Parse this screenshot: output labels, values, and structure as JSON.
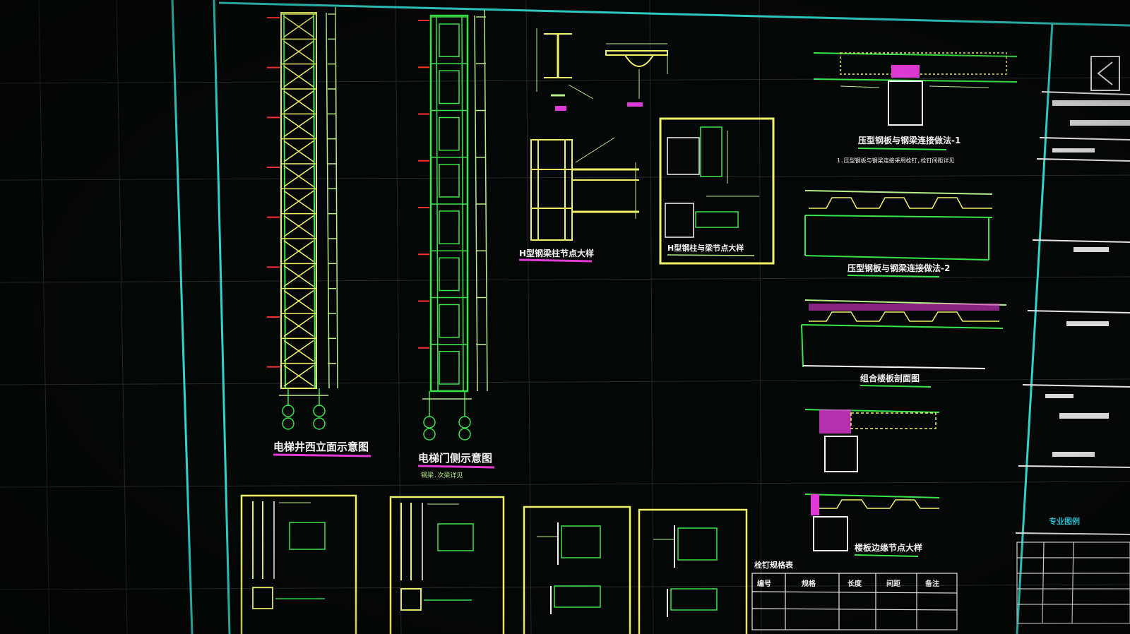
{
  "app": {
    "type": "cad-drawing-viewer"
  },
  "colors": {
    "background": "#050606",
    "grid": "#2a2d2d",
    "frame": "#2fd3c8",
    "structure_yellow": "#f2f26a",
    "structure_green": "#39e64a",
    "dimension_green": "#b9ee8a",
    "accent_magenta": "#e03ad6",
    "accent_red": "#ff3030",
    "label_white": "#f4f4f4",
    "title_block_cyan": "#27c7d9"
  },
  "drawings": {
    "elevation_left": {
      "title": "电梯井西立面示意图"
    },
    "elevation_right": {
      "title": "电梯门侧示意图",
      "subtitle": "钢梁.次梁详见"
    },
    "detail_beam_column": {
      "title": "H型钢梁柱节点大样"
    },
    "detail_column_base": {
      "title": "H型钢柱与梁节点大样"
    },
    "deck_section_1": {
      "title": "压型钢板与钢梁连接做法-1",
      "note": "1.压型钢板与钢梁连接采用栓钉,栓钉间距详见"
    },
    "deck_section_2": {
      "title": "压型钢板与钢梁连接做法-2"
    },
    "deck_section_3": {
      "title": "组合楼板剖面图"
    },
    "deck_section_4": {
      "title": "楼板边缘节点大样"
    },
    "stud_table": {
      "title": "栓钉规格表",
      "headers": [
        "编号",
        "规格",
        "长度",
        "间距",
        "备注"
      ]
    }
  },
  "title_block": {
    "project_label": "专业图例"
  }
}
